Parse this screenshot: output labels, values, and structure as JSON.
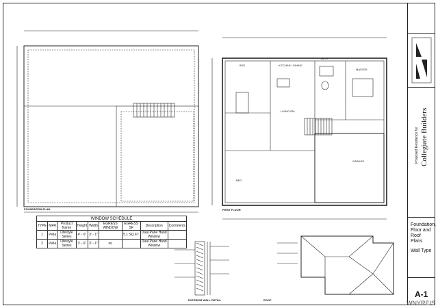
{
  "plans": {
    "foundation_label": "FOUNDATION PLAN",
    "first_floor_label": "FIRST FLOOR",
    "wall_detail_label": "EXTERIOR WALL DETAIL",
    "roof_label": "ROOF"
  },
  "rooms": {
    "bed1": "BED",
    "kitchen": "KITCHEN / DINING",
    "bath": "BATH",
    "master": "MASTER",
    "living": "LIVING RM",
    "bed2": "BED",
    "garage": "GARAGE"
  },
  "schedule": {
    "title": "WINDOW SCHEDULE",
    "headers": [
      "TYPE",
      "MFR",
      "Product Name",
      "Height",
      "Width",
      "EGRESS WINDOW",
      "EGRESS SF",
      "Description",
      "Comments"
    ],
    "rows": [
      [
        "1",
        "Pella",
        "Lifestyle Series",
        "4' - 6\"",
        "3' - 1\"",
        "",
        "5.1 SQ FT",
        "Dual Pane Hand Window",
        ""
      ],
      [
        "2",
        "Pella",
        "Lifestyle Series",
        "3' - 6\"",
        "3' - 1\"",
        "no",
        "",
        "Dual Pane Hand Window",
        ""
      ]
    ]
  },
  "title_block": {
    "project_line": "Proposed Residence for",
    "builder": "Collegiate Builders",
    "sheet_title": "Foundation, Floor and Roof Plans",
    "wall_type": "Wall Type",
    "sheet_number": "A-1"
  },
  "watermark": "WNYREIS"
}
